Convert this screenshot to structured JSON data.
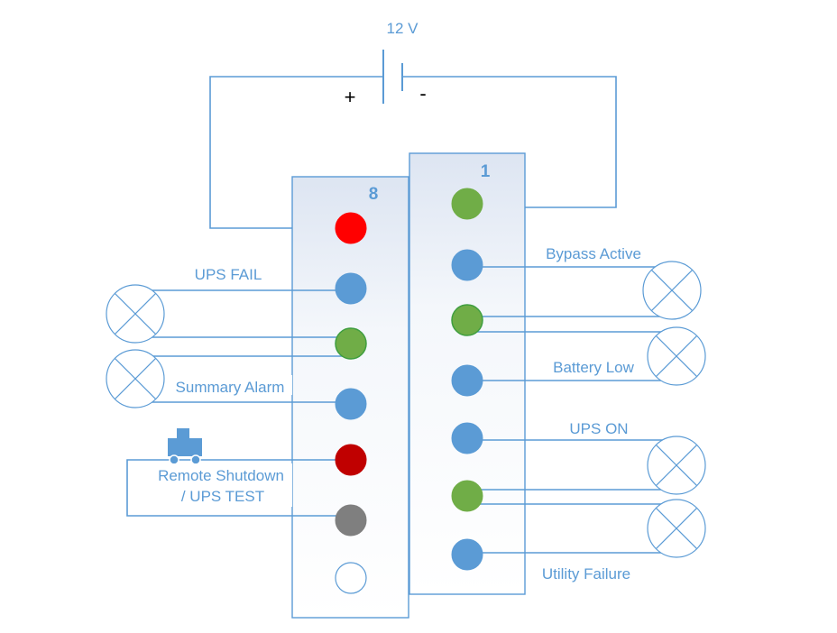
{
  "battery": {
    "voltage_label": "12 V",
    "plus_label": "+",
    "minus_label": "-"
  },
  "terminal_blocks": {
    "left": {
      "number": "8",
      "pins": [
        "red",
        "blue",
        "green",
        "blue",
        "darkred",
        "gray",
        "empty"
      ]
    },
    "right": {
      "number": "1",
      "pins": [
        "green",
        "blue",
        "green",
        "blue",
        "blue",
        "green",
        "blue"
      ]
    }
  },
  "labels": {
    "ups_fail": "UPS FAIL",
    "summary_alarm": "Summary Alarm",
    "remote_shutdown_line1": "Remote Shutdown",
    "remote_shutdown_line2": "/ UPS TEST",
    "bypass_active": "Bypass Active",
    "battery_low": "Battery Low",
    "ups_on": "UPS ON",
    "utility_failure": "Utility Failure"
  },
  "colors": {
    "wire": "#5b9bd5",
    "pin_red": "#ff0000",
    "pin_darkred": "#c00000",
    "pin_green": "#70ad47",
    "pin_blue": "#5b9bd5",
    "pin_gray": "#7f7f7f",
    "block_fill": "#e9eef7"
  }
}
